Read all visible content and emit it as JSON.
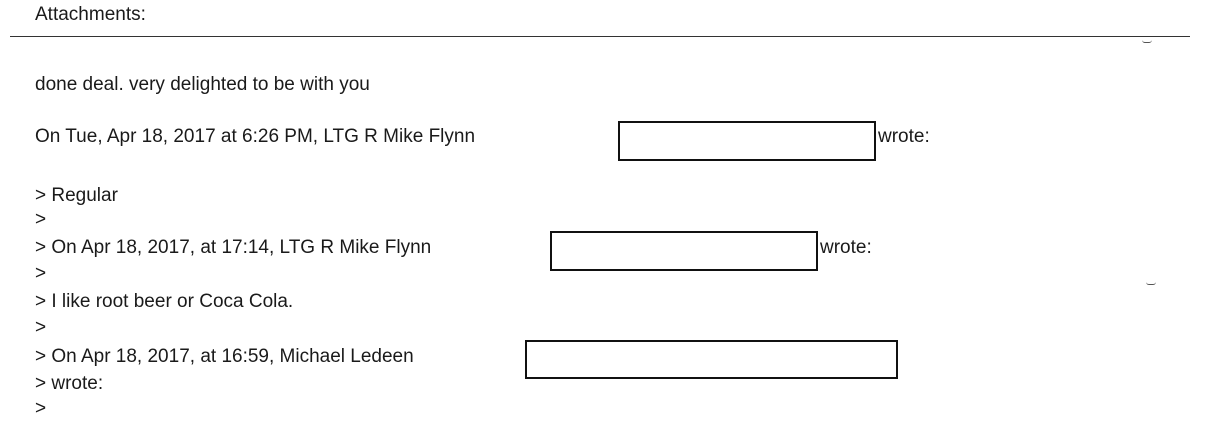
{
  "header": {
    "attachments_label": "Attachments:"
  },
  "message": {
    "body": "done deal.  very delighted to be with you",
    "reply_header_prefix": "On Tue, Apr 18, 2017 at 6:26 PM, LTG R Mike Flynn",
    "reply_header_suffix": "wrote:"
  },
  "quoted": {
    "line1": "> Regular",
    "line2": ">",
    "line3_prefix": "> On Apr 18, 2017, at 17:14, LTG R Mike Flynn",
    "line3_suffix": "wrote:",
    "line4": ">",
    "line5": "> I like root beer or Coca Cola.",
    "line6": ">",
    "line7_prefix": "> On Apr 18, 2017, at 16:59, Michael Ledeen",
    "line8": "> wrote:",
    "line9": ">"
  }
}
